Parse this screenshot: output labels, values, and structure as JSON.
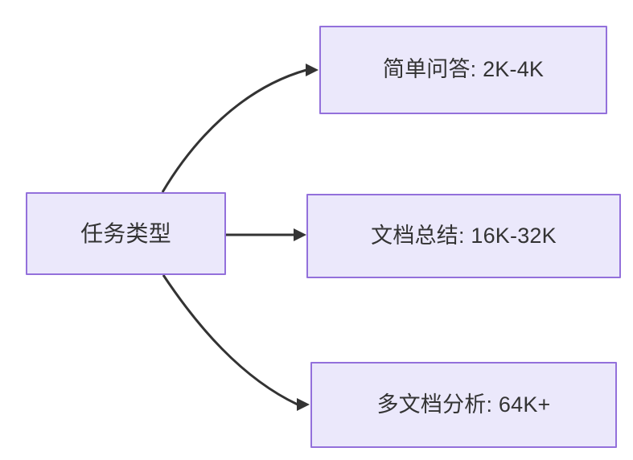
{
  "diagram": {
    "type": "flowchart",
    "direction": "left-to-right",
    "background_color": "#ffffff",
    "node_fill_color": "#ebe8fb",
    "node_border_color": "#9370db",
    "node_text_color": "#333333",
    "edge_color": "#333333",
    "root": {
      "id": "task-type",
      "label": "任务类型"
    },
    "branches": [
      {
        "id": "simple-qa",
        "label": "简单问答: 2K-4K",
        "task": "简单问答",
        "token_range": "2K-4K",
        "edge_style": "curved"
      },
      {
        "id": "doc-summary",
        "label": "文档总结: 16K-32K",
        "task": "文档总结",
        "token_range": "16K-32K",
        "edge_style": "straight"
      },
      {
        "id": "multi-doc",
        "label": "多文档分析: 64K+",
        "task": "多文档分析",
        "token_range": "64K+",
        "edge_style": "curved"
      }
    ]
  }
}
